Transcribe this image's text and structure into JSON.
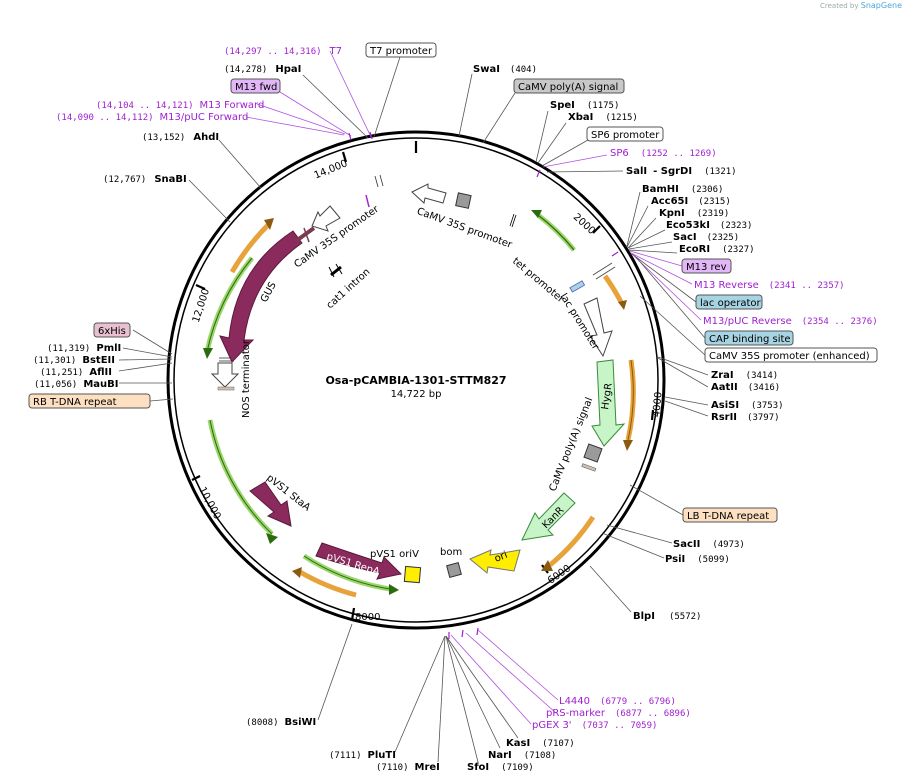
{
  "credit": {
    "prefix": "Created by",
    "brand": "SnapGene"
  },
  "plasmid": {
    "name": "Osa-pCAMBIA-1301-STTM827",
    "length_label": "14,722 bp"
  },
  "ticks": [
    "2000",
    "4000",
    "6000",
    "8000",
    "10,000",
    "12,000",
    "14,000"
  ],
  "enzymes": {
    "SwaI": {
      "name": "SwaI",
      "pos": "(404)"
    },
    "SpeI": {
      "name": "SpeI",
      "pos": "(1175)"
    },
    "XbaI": {
      "name": "XbaI",
      "pos": "(1215)"
    },
    "SalI": {
      "name": "SalI",
      "suffix": "- SgrDI",
      "pos": "(1321)"
    },
    "BamHI": {
      "name": "BamHI",
      "pos": "(2306)"
    },
    "Acc65I": {
      "name": "Acc65I",
      "pos": "(2315)"
    },
    "KpnI": {
      "name": "KpnI",
      "pos": "(2319)"
    },
    "Eco53kI": {
      "name": "Eco53kI",
      "pos": "(2323)"
    },
    "SacI": {
      "name": "SacI",
      "pos": "(2325)"
    },
    "EcoRI": {
      "name": "EcoRI",
      "pos": "(2327)"
    },
    "ZraI": {
      "name": "ZraI",
      "pos": "(3414)"
    },
    "AatII": {
      "name": "AatII",
      "pos": "(3416)"
    },
    "AsiSI": {
      "name": "AsiSI",
      "pos": "(3753)"
    },
    "RsrII": {
      "name": "RsrII",
      "pos": "(3797)"
    },
    "SacII": {
      "name": "SacII",
      "pos": "(4973)"
    },
    "PsiI": {
      "name": "PsiI",
      "pos": "(5099)"
    },
    "BlpI": {
      "name": "BlpI",
      "pos": "(5572)"
    },
    "KasI": {
      "name": "KasI",
      "pos": "(7107)"
    },
    "NarI": {
      "name": "NarI",
      "pos": "(7108)"
    },
    "SfoI": {
      "name": "SfoI",
      "pos": "(7109)"
    },
    "MreI": {
      "name": "MreI",
      "pos": "(7110)"
    },
    "PluTI": {
      "name": "PluTI",
      "pos": "(7111)"
    },
    "BsiWI": {
      "name": "BsiWI",
      "pos": "(8008)"
    },
    "MauBI": {
      "name": "MauBI",
      "pos": "(11,056)"
    },
    "AflII": {
      "name": "AflII",
      "pos": "(11,251)"
    },
    "BstEII": {
      "name": "BstEII",
      "pos": "(11,301)"
    },
    "PmlI": {
      "name": "PmlI",
      "pos": "(11,319)"
    },
    "SnaBI": {
      "name": "SnaBI",
      "pos": "(12,767)"
    },
    "AhdI": {
      "name": "AhdI",
      "pos": "(13,152)"
    },
    "HpaI": {
      "name": "HpaI",
      "pos": "(14,278)"
    }
  },
  "primers": {
    "T7": {
      "name": "T7",
      "range": "(14,297 .. 14,316)"
    },
    "M13Fwd": {
      "name": "M13 Forward",
      "range": "(14,104 .. 14,121)"
    },
    "M13pUCFwd": {
      "name": "M13/pUC Forward",
      "range": "(14,090 .. 14,112)"
    },
    "SP6": {
      "name": "SP6",
      "range": "(1252 .. 1269)"
    },
    "M13Rev": {
      "name": "M13 Reverse",
      "range": "(2341 .. 2357)"
    },
    "M13pUCRev": {
      "name": "M13/pUC Reverse",
      "range": "(2354 .. 2376)"
    },
    "L4440": {
      "name": "L4440",
      "range": "(6779 .. 6796)"
    },
    "pRS": {
      "name": "pRS-marker",
      "range": "(6877 .. 6896)"
    },
    "pGEX": {
      "name": "pGEX 3'",
      "range": "(7037 .. 7059)"
    }
  },
  "boxes": {
    "t7promoter": "T7 promoter",
    "m13fwd": "M13 fwd",
    "camv_polya": "CaMV poly(A) signal",
    "sp6promoter": "SP6 promoter",
    "m13rev": "M13 rev",
    "lacop": "lac operator",
    "cap": "CAP binding site",
    "camv35s_enh": "CaMV 35S promoter (enhanced)",
    "lb": "LB T-DNA repeat",
    "rb": "RB T-DNA repeat",
    "his": "6xHis"
  },
  "features": {
    "camv35s_top": "CaMV 35S promoter",
    "tet": "tet promoter",
    "lac": "lac promoter",
    "hygr": "HygR",
    "camv_polya_in": "CaMV poly(A) signal",
    "kanr": "KanR",
    "ori": "ori",
    "bom": "bom",
    "pvs1_oriv": "pVS1 oriV",
    "pvs1_repa": "pVS1 RepA",
    "pvs1_staa": "pVS1 StaA",
    "nos": "NOS terminator",
    "gus": "GUS",
    "camv35s_left": "CaMV 35S promoter",
    "cat1": "cat1 intron"
  },
  "colors": {
    "enzyme": "#000000",
    "primer": "#a020d0",
    "primer_line": "#b050e0",
    "box_purple": "#e2b7f7",
    "box_blue": "#a7d4e2",
    "box_peach": "#fde0c2",
    "box_gray": "#c8c8c8",
    "gene_maroon": "#8b2a5c",
    "hygr_green": "#c8f5c8",
    "ori_yellow": "#ffee00",
    "orange_arrow": "#e8a23a",
    "green_arrow": "#8fcf5a"
  }
}
